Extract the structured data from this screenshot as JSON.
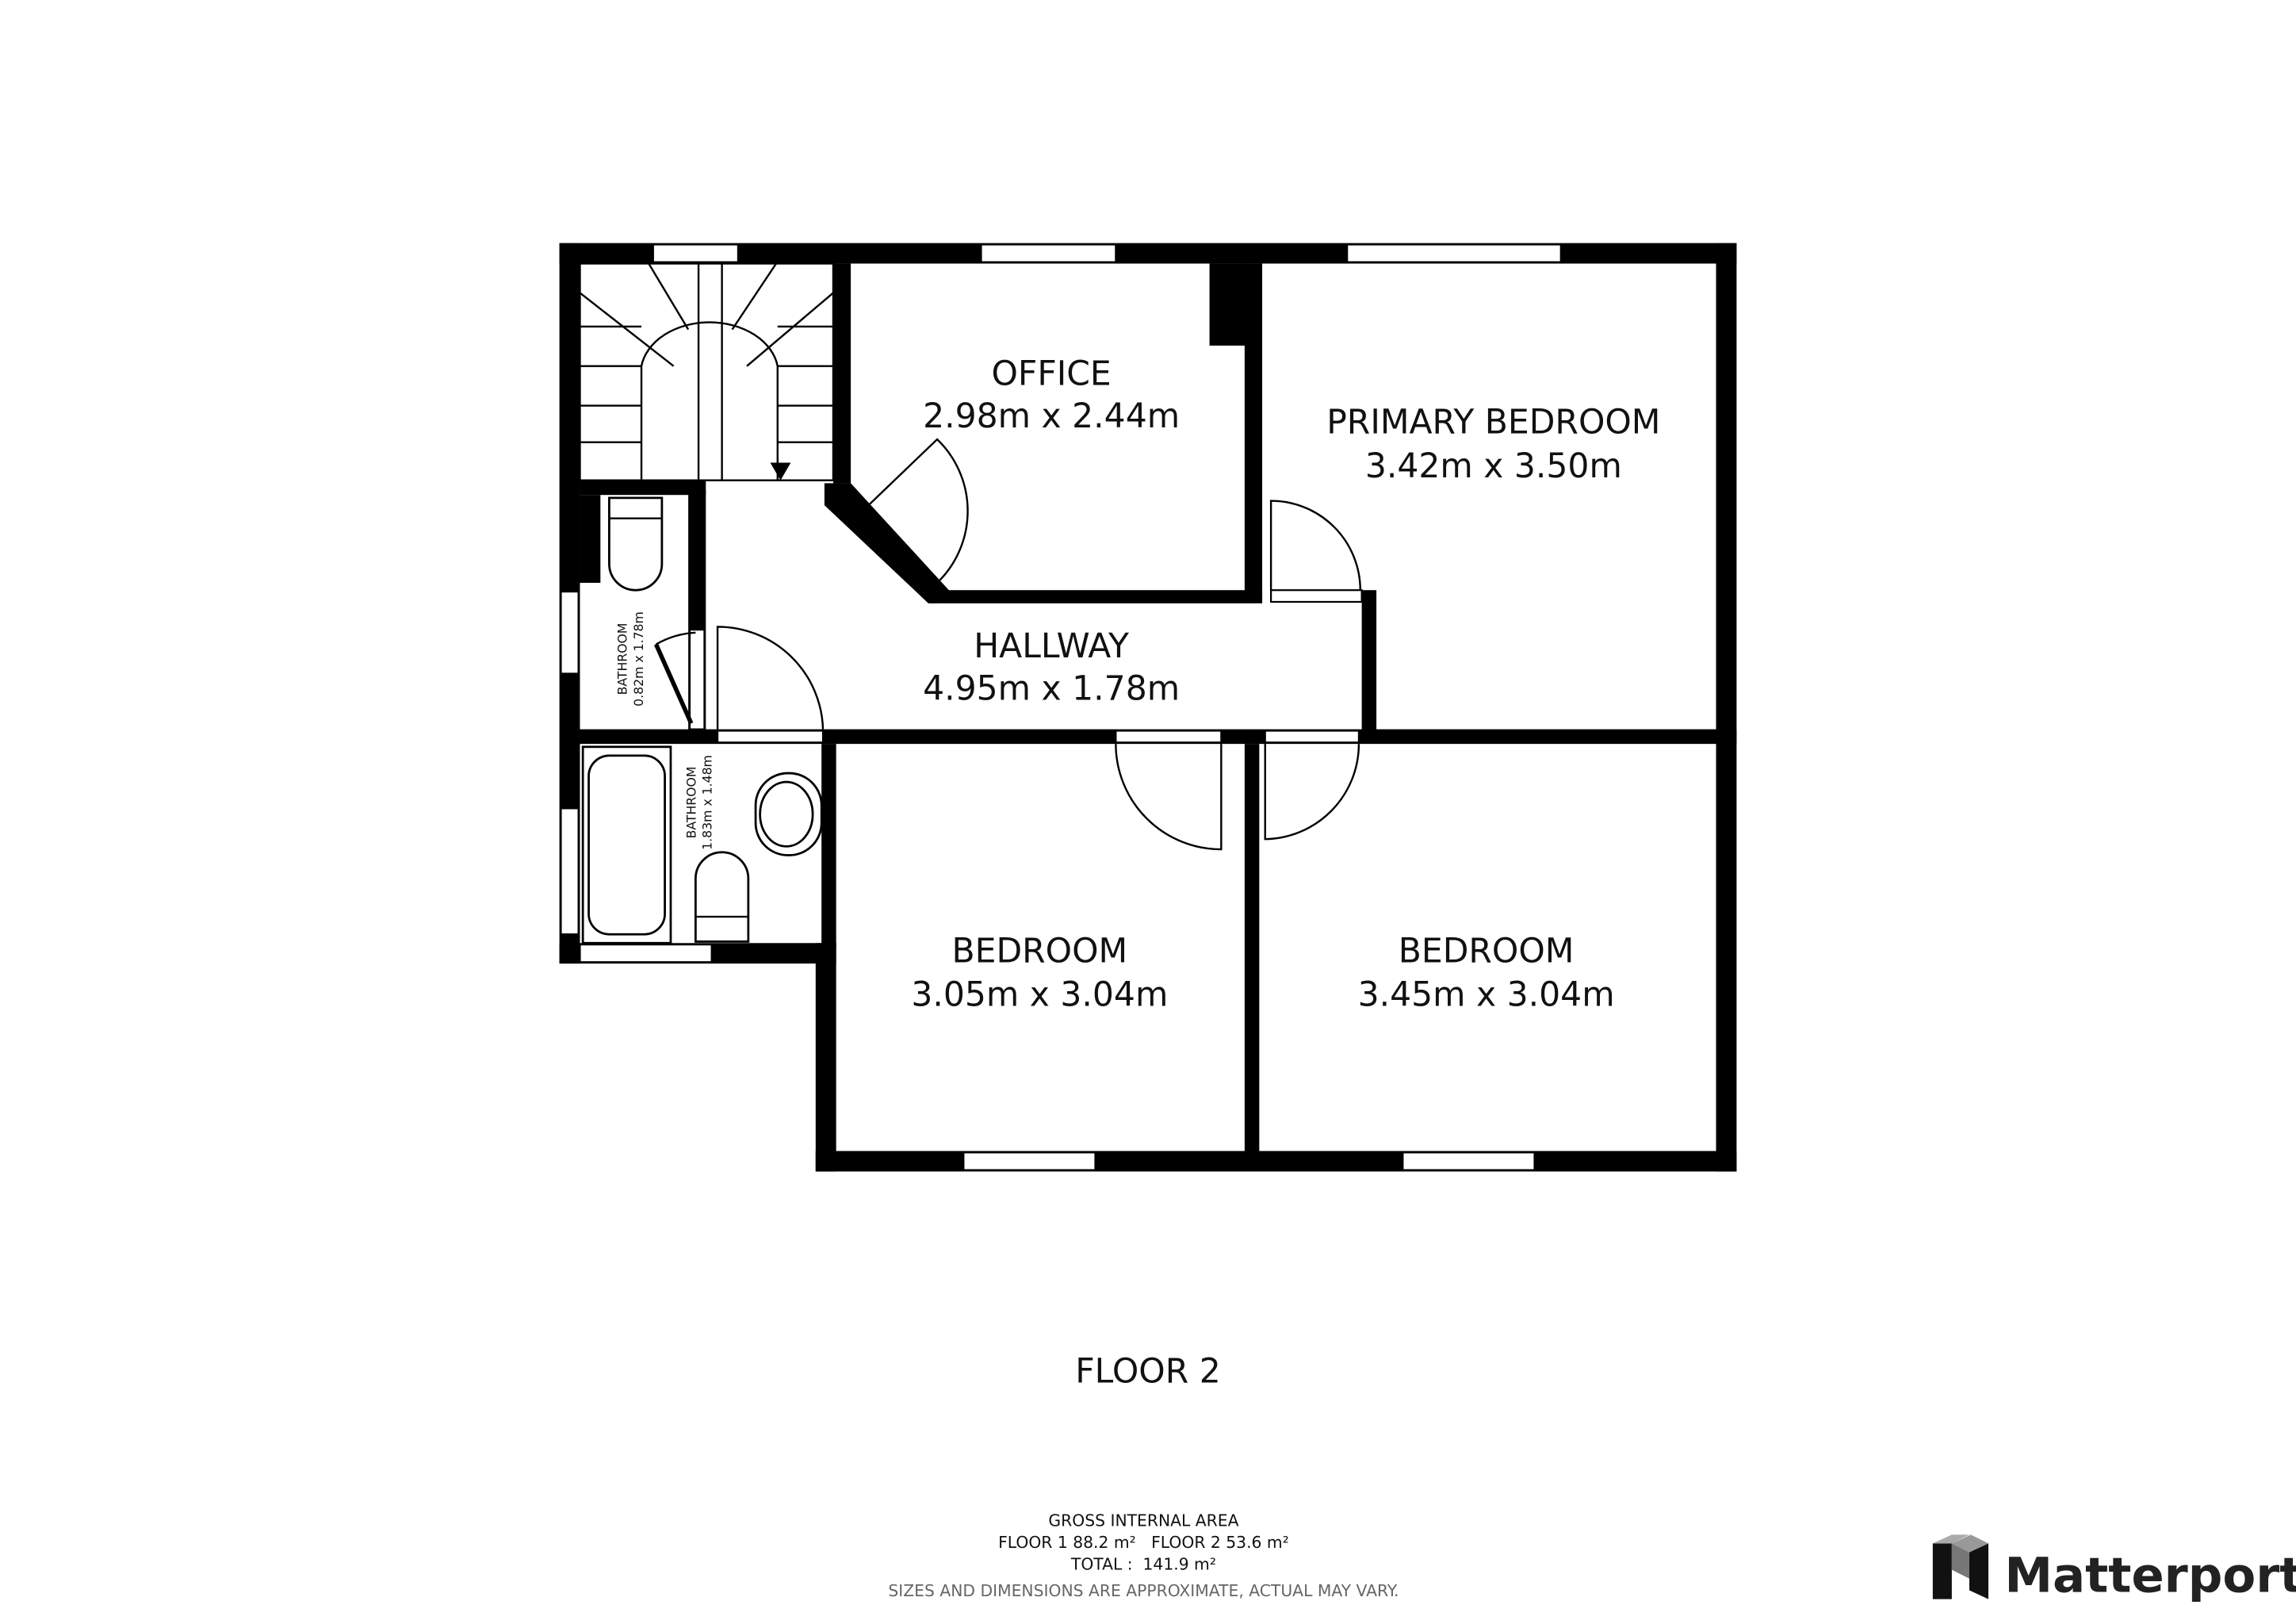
{
  "rooms": [
    {
      "name": "OFFICE",
      "size": "2.98m x 2.44m"
    },
    {
      "name": "PRIMARY BEDROOM",
      "size": "3.42m x 3.50m"
    },
    {
      "name": "HALLWAY",
      "size": "4.95m x 1.78m"
    },
    {
      "name": "BEDROOM",
      "size": "3.05m x 3.04m"
    },
    {
      "name": "BEDROOM",
      "size": "3.45m x 3.04m"
    },
    {
      "name": "BATHROOM",
      "size": "0.82m x 1.78m"
    },
    {
      "name": "BATHROOM",
      "size": "1.83m x 1.48m"
    }
  ],
  "floor_label": "FLOOR 2",
  "footer": {
    "title": "GROSS INTERNAL AREA",
    "areas": "FLOOR 1 88.2 m²   FLOOR 2 53.6 m²",
    "total": "TOTAL :  141.9 m²",
    "disclaimer": "SIZES AND DIMENSIONS ARE APPROXIMATE, ACTUAL MAY VARY."
  },
  "brand": {
    "name": "Matterport",
    "icon": "matterport-logo-icon"
  }
}
